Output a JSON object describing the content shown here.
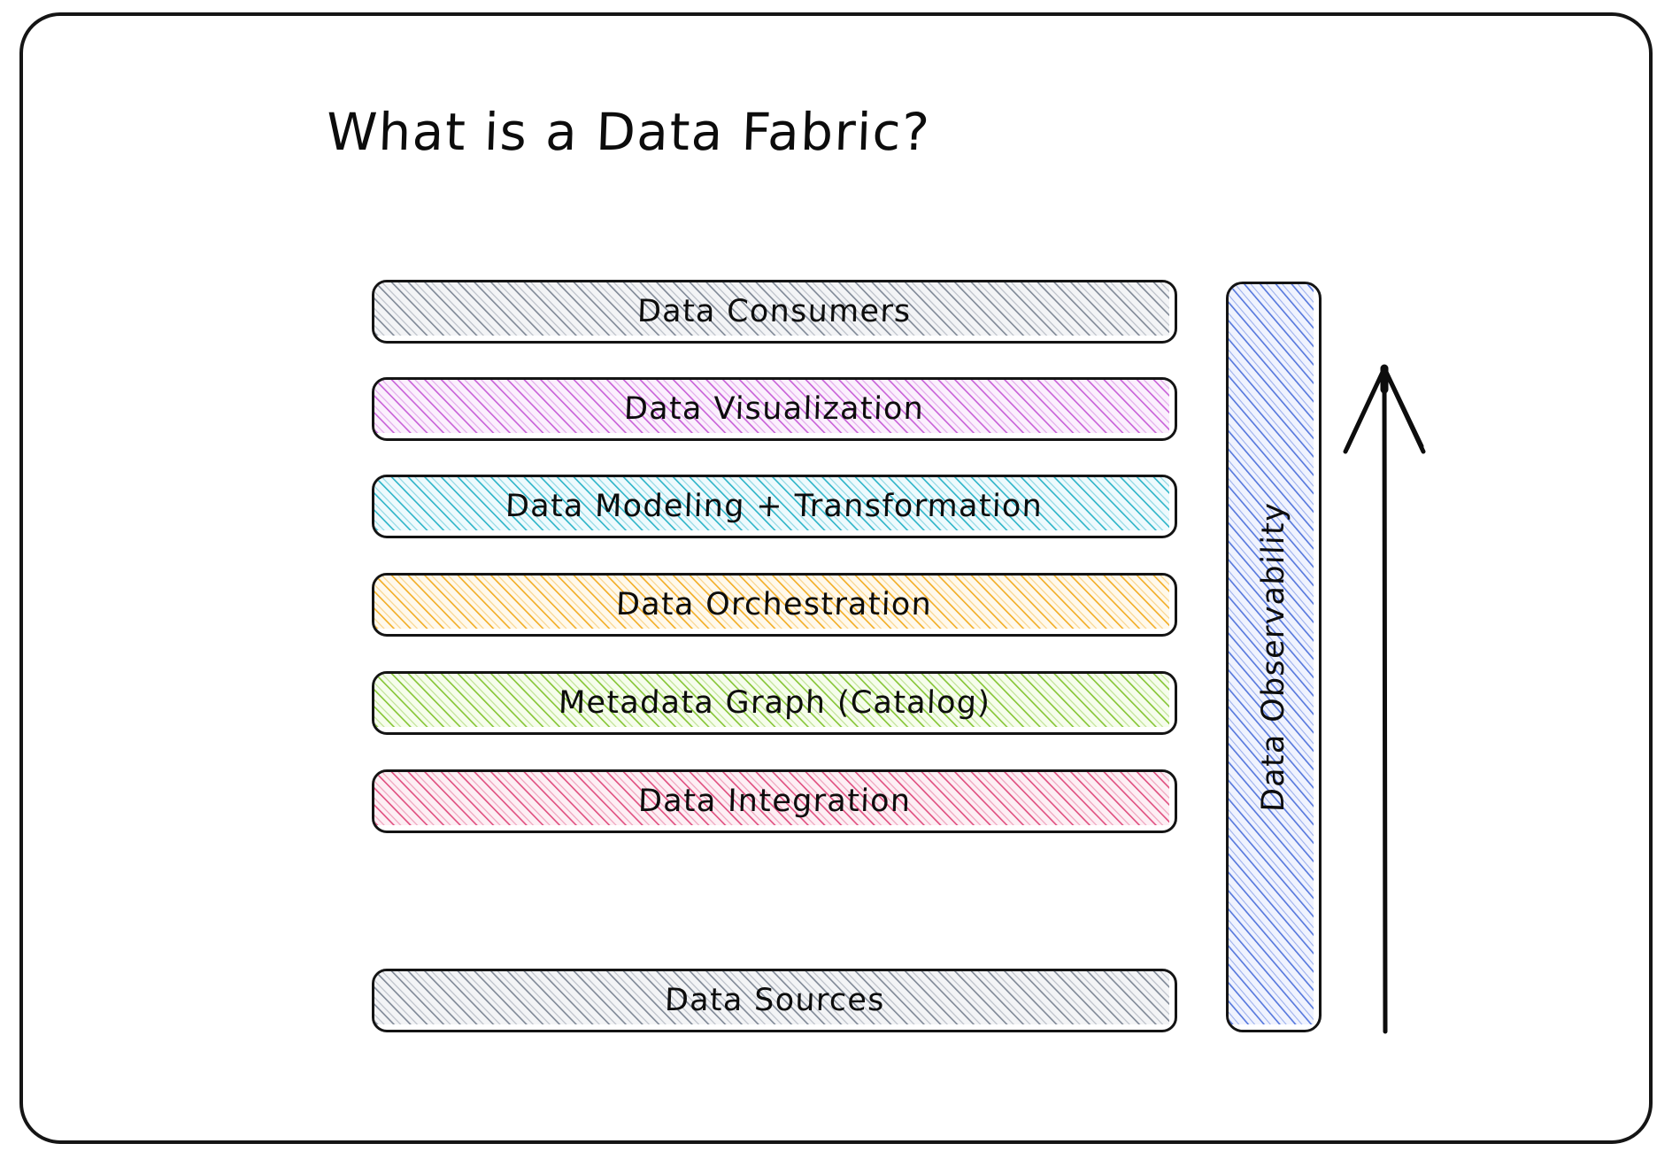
{
  "diagram": {
    "title": "What is a Data Fabric?",
    "frame": {
      "style": "hand-drawn-rounded-rectangle",
      "border_color": "#141414"
    },
    "layers": [
      {
        "id": "data-consumers",
        "label": "Data Consumers",
        "color": "#7f8896",
        "fill": "#f3f4f6"
      },
      {
        "id": "data-visualization",
        "label": "Data Visualization",
        "color": "#c860d8",
        "fill": "#fbf0fd"
      },
      {
        "id": "data-modeling",
        "label": "Data Modeling + Transformation",
        "color": "#2cb4c8",
        "fill": "#eefafd"
      },
      {
        "id": "data-orchestration",
        "label": "Data Orchestration",
        "color": "#f2ad24",
        "fill": "#fff9ec"
      },
      {
        "id": "metadata-graph",
        "label": "Metadata Graph (Catalog)",
        "color": "#85c534",
        "fill": "#f6fdec"
      },
      {
        "id": "data-integration",
        "label": "Data Integration",
        "color": "#e04e7f",
        "fill": "#fdeff4"
      },
      {
        "id": "data-sources",
        "label": "Data Sources",
        "color": "#7f8896",
        "fill": "#f3f4f6"
      }
    ],
    "sidebar": {
      "id": "data-observability",
      "label": "Data Observability",
      "color": "#5577dd",
      "fill": "#f0f3fe",
      "orientation": "vertical-bottom-to-top"
    },
    "arrow": {
      "id": "upward-arrow",
      "direction": "up",
      "color": "#0d0d0d"
    }
  }
}
